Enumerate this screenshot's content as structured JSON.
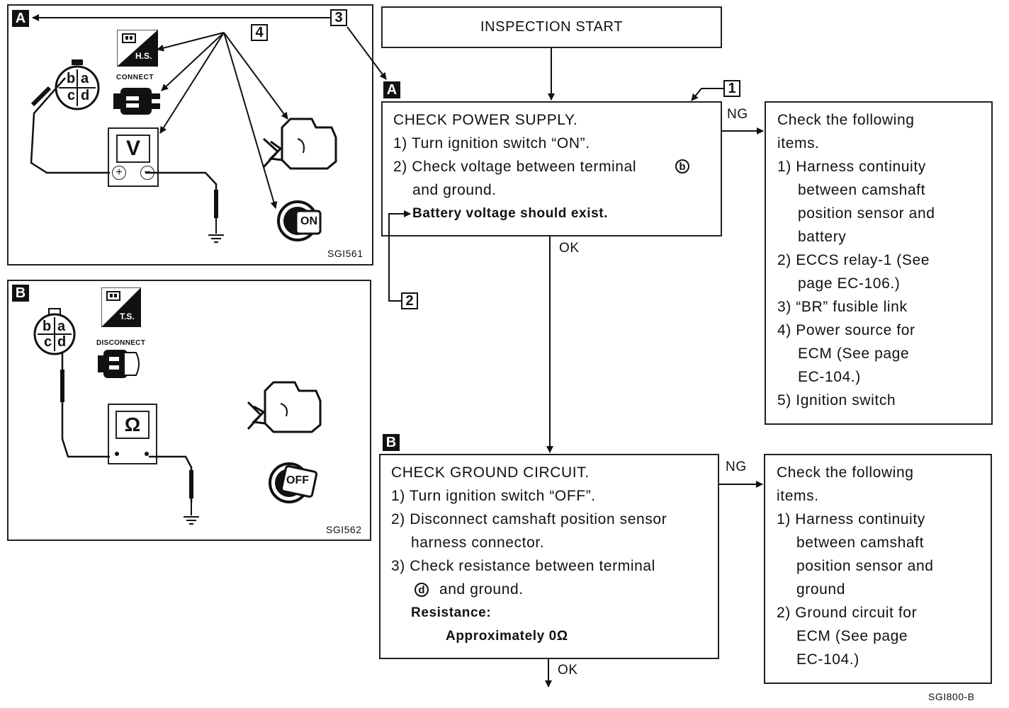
{
  "start": {
    "label": "INSPECTION START"
  },
  "step_a": {
    "tag": "A",
    "title": "CHECK POWER SUPPLY.",
    "lines": [
      "1) Turn ignition switch “ON”.",
      "2) Check voltage between terminal",
      "and ground.",
      "Battery voltage should exist."
    ],
    "terminal": "b",
    "ng": "NG",
    "ok": "OK"
  },
  "ng_a": {
    "lines": [
      "Check the following",
      "items.",
      "1) Harness continuity",
      "between camshaft",
      "position sensor and",
      "battery",
      "2) ECCS relay-1 (See",
      "page EC-106.)",
      "3) “BR” fusible link",
      "4) Power source for",
      "ECM (See page",
      "EC-104.)",
      "5) Ignition switch"
    ]
  },
  "step_b": {
    "tag": "B",
    "title": "CHECK GROUND CIRCUIT.",
    "lines": [
      "1) Turn ignition switch “OFF”.",
      "2) Disconnect camshaft position sensor",
      "harness connector.",
      "3) Check resistance between terminal",
      "and ground.",
      "Resistance:",
      "Approximately 0Ω"
    ],
    "terminal": "d",
    "ng": "NG",
    "ok": "OK"
  },
  "ng_b": {
    "lines": [
      "Check the following",
      "items.",
      "1) Harness continuity",
      "between camshaft",
      "position sensor and",
      "ground",
      "2) Ground circuit for",
      "ECM (See page",
      "EC-104.)"
    ]
  },
  "callouts": {
    "n1": "1",
    "n2": "2",
    "n3": "3",
    "n4": "4"
  },
  "panel_a": {
    "tag": "A",
    "code": "SGI561",
    "meter": "V",
    "plus": "+",
    "minus": "−",
    "connector_pins": [
      "b",
      "a",
      "c",
      "d"
    ],
    "hs_label": "H.S.",
    "connect_label": "CONNECT",
    "key_label": "ON"
  },
  "panel_b": {
    "tag": "B",
    "code": "SGI562",
    "meter": "Ω",
    "connector_pins": [
      "b",
      "a",
      "c",
      "d"
    ],
    "ts_label": "T.S.",
    "disconnect_label": "DISCONNECT",
    "key_label": "OFF"
  },
  "figure_code": "SGI800-B"
}
